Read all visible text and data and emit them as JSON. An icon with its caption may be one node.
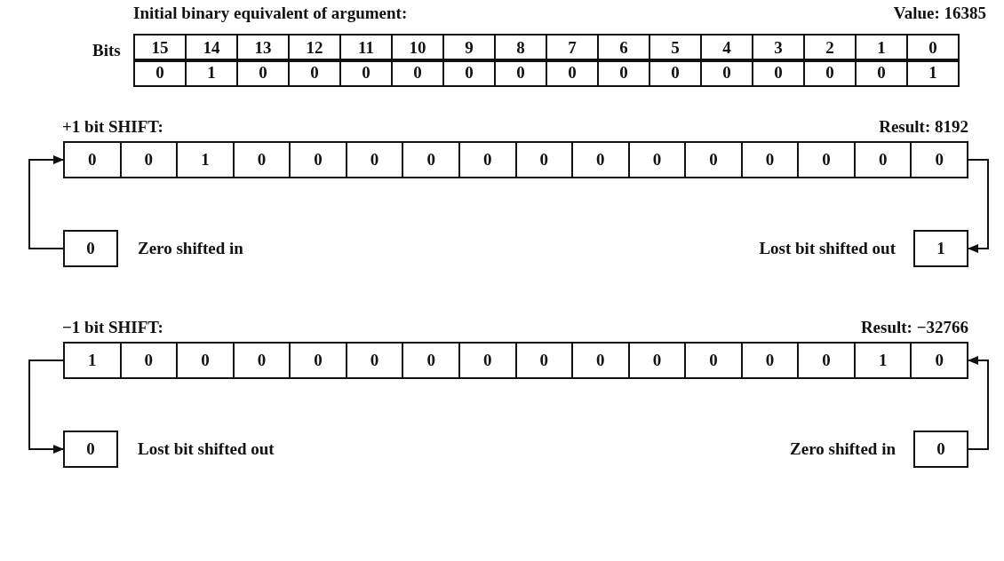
{
  "diagram": {
    "nodes": [
      {
        "text": [
          "0",
          "0",
          "1",
          "0",
          "0",
          "0",
          "0",
          "0",
          "0",
          "0",
          "0",
          "0",
          "0",
          "0",
          "0",
          "0"
        ]
      },
      {
        "text": [
          "0"
        ],
        "beside": [
          "Zero shifted in"
        ]
      },
      {
        "text": [
          "1"
        ],
        "beside": [
          "Lost bit shifted out"
        ]
      },
      {
        "text": [
          "1",
          "0",
          "0",
          "0",
          "0",
          "0",
          "0",
          "0",
          "0",
          "0",
          "0",
          "0",
          "0",
          "0",
          "1",
          "0"
        ]
      },
      {
        "text": [
          "0"
        ],
        "beside": [
          "Lost bit shifted out"
        ]
      },
      {
        "text": [
          "0"
        ],
        "beside": [
          "Zero shifted in"
        ]
      }
    ],
    "edges": [
      {
        "from": 1,
        "to": 0,
        "arrow": "to"
      },
      {
        "from": 0,
        "to": 2,
        "arrow": "to"
      },
      {
        "from": 3,
        "to": 4,
        "arrow": "to"
      },
      {
        "from": 5,
        "to": 3,
        "arrow": "to"
      }
    ],
    "labels": [
      "Initial binary equivalent of argument:",
      "Value: 16385",
      "Bits",
      "15",
      "14",
      "13",
      "12",
      "11",
      "10",
      "9",
      "8",
      "7",
      "6",
      "5",
      "4",
      "3",
      "2",
      "1",
      "0",
      "0",
      "1",
      "0",
      "0",
      "0",
      "0",
      "0",
      "0",
      "0",
      "0",
      "0",
      "0",
      "0",
      "0",
      "0",
      "1",
      "+1 bit SHIFT:",
      "Result: 8192",
      "−1 bit SHIFT:",
      "Result: −32766"
    ]
  }
}
